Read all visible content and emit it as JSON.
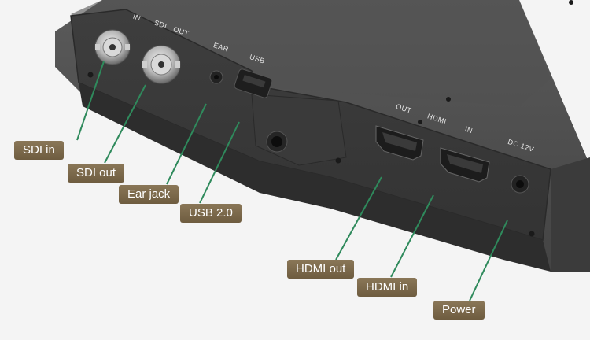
{
  "image": {
    "subject": "monitor-rear-io-panel",
    "colors": {
      "background": "#f4f4f4",
      "panel": "#4a4a4a",
      "leader_line": "#2f8a5c",
      "callout_fill": "#7c6a4e",
      "callout_text": "#ffffff"
    }
  },
  "panel_labels": {
    "sdi_in": "IN",
    "sdi": "SDI",
    "sdi_out": "OUT",
    "ear": "EAR",
    "usb": "USB",
    "hdmi_out": "OUT",
    "hdmi": "HDMI",
    "hdmi_in": "IN",
    "dc": "DC 12V"
  },
  "callouts": {
    "sdi_in": "SDI in",
    "sdi_out": "SDI out",
    "ear_jack": "Ear jack",
    "usb": "USB 2.0",
    "hdmi_out": "HDMI out",
    "hdmi_in": "HDMI in",
    "power": "Power"
  }
}
